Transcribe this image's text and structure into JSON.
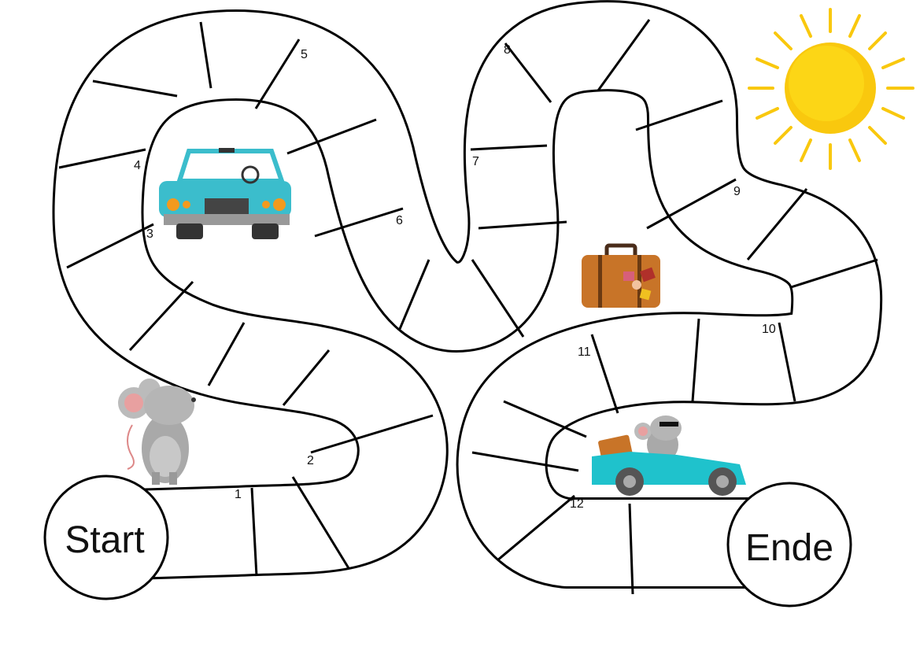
{
  "board": {
    "start_label": "Start",
    "end_label": "Ende",
    "field_numbers": [
      "1",
      "2",
      "3",
      "4",
      "5",
      "6",
      "7",
      "8",
      "9",
      "10",
      "11",
      "12"
    ]
  },
  "illustrations": [
    "blue-car",
    "mouse",
    "suitcase",
    "mouse-in-convertible",
    "sun"
  ],
  "colors": {
    "track_outline": "#000000",
    "track_fill": "#ffffff",
    "sun": "#f9c80e",
    "car_blue": "#3bbdcc",
    "suitcase": "#c87428",
    "mouse": "#a9a9a9"
  }
}
